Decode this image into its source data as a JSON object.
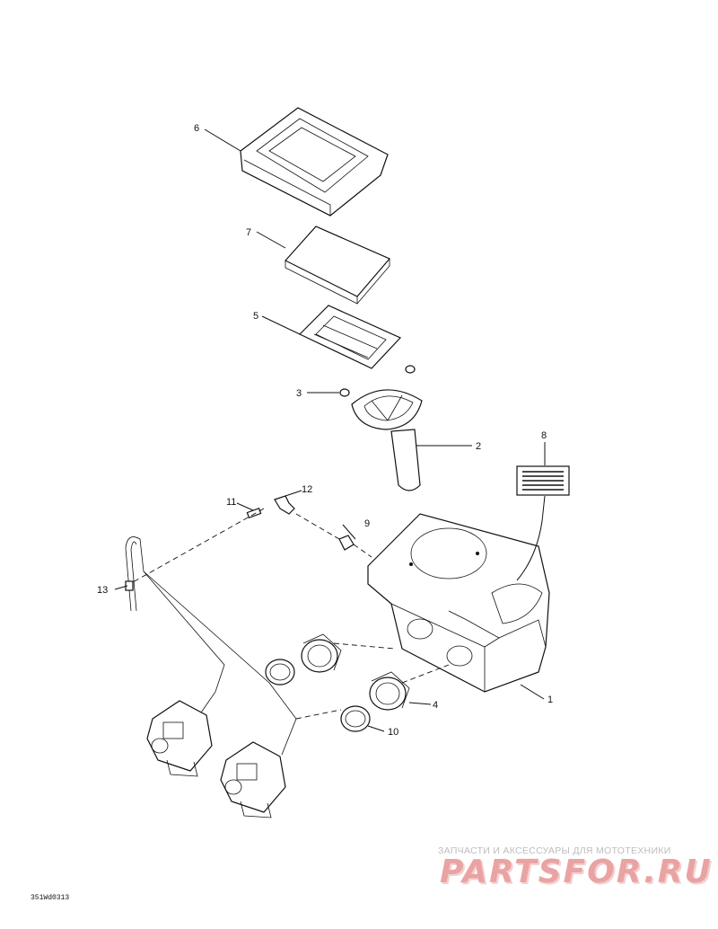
{
  "callouts": [
    {
      "id": "1",
      "label": "1"
    },
    {
      "id": "2",
      "label": "2"
    },
    {
      "id": "3",
      "label": "3"
    },
    {
      "id": "4",
      "label": "4"
    },
    {
      "id": "5",
      "label": "5"
    },
    {
      "id": "6",
      "label": "6"
    },
    {
      "id": "7",
      "label": "7"
    },
    {
      "id": "8",
      "label": "8"
    },
    {
      "id": "9",
      "label": "9"
    },
    {
      "id": "10",
      "label": "10"
    },
    {
      "id": "11",
      "label": "11"
    },
    {
      "id": "12",
      "label": "12"
    },
    {
      "id": "13",
      "label": "13"
    }
  ],
  "drawing_code": "351Wd0313",
  "watermark": {
    "caption": "ЗАПЧАСТИ И АКСЕССУАРЫ ДЛЯ МОТОТЕХНИКИ",
    "logo": "PARTSFOR.RU",
    "color": "#e9a3a3"
  }
}
